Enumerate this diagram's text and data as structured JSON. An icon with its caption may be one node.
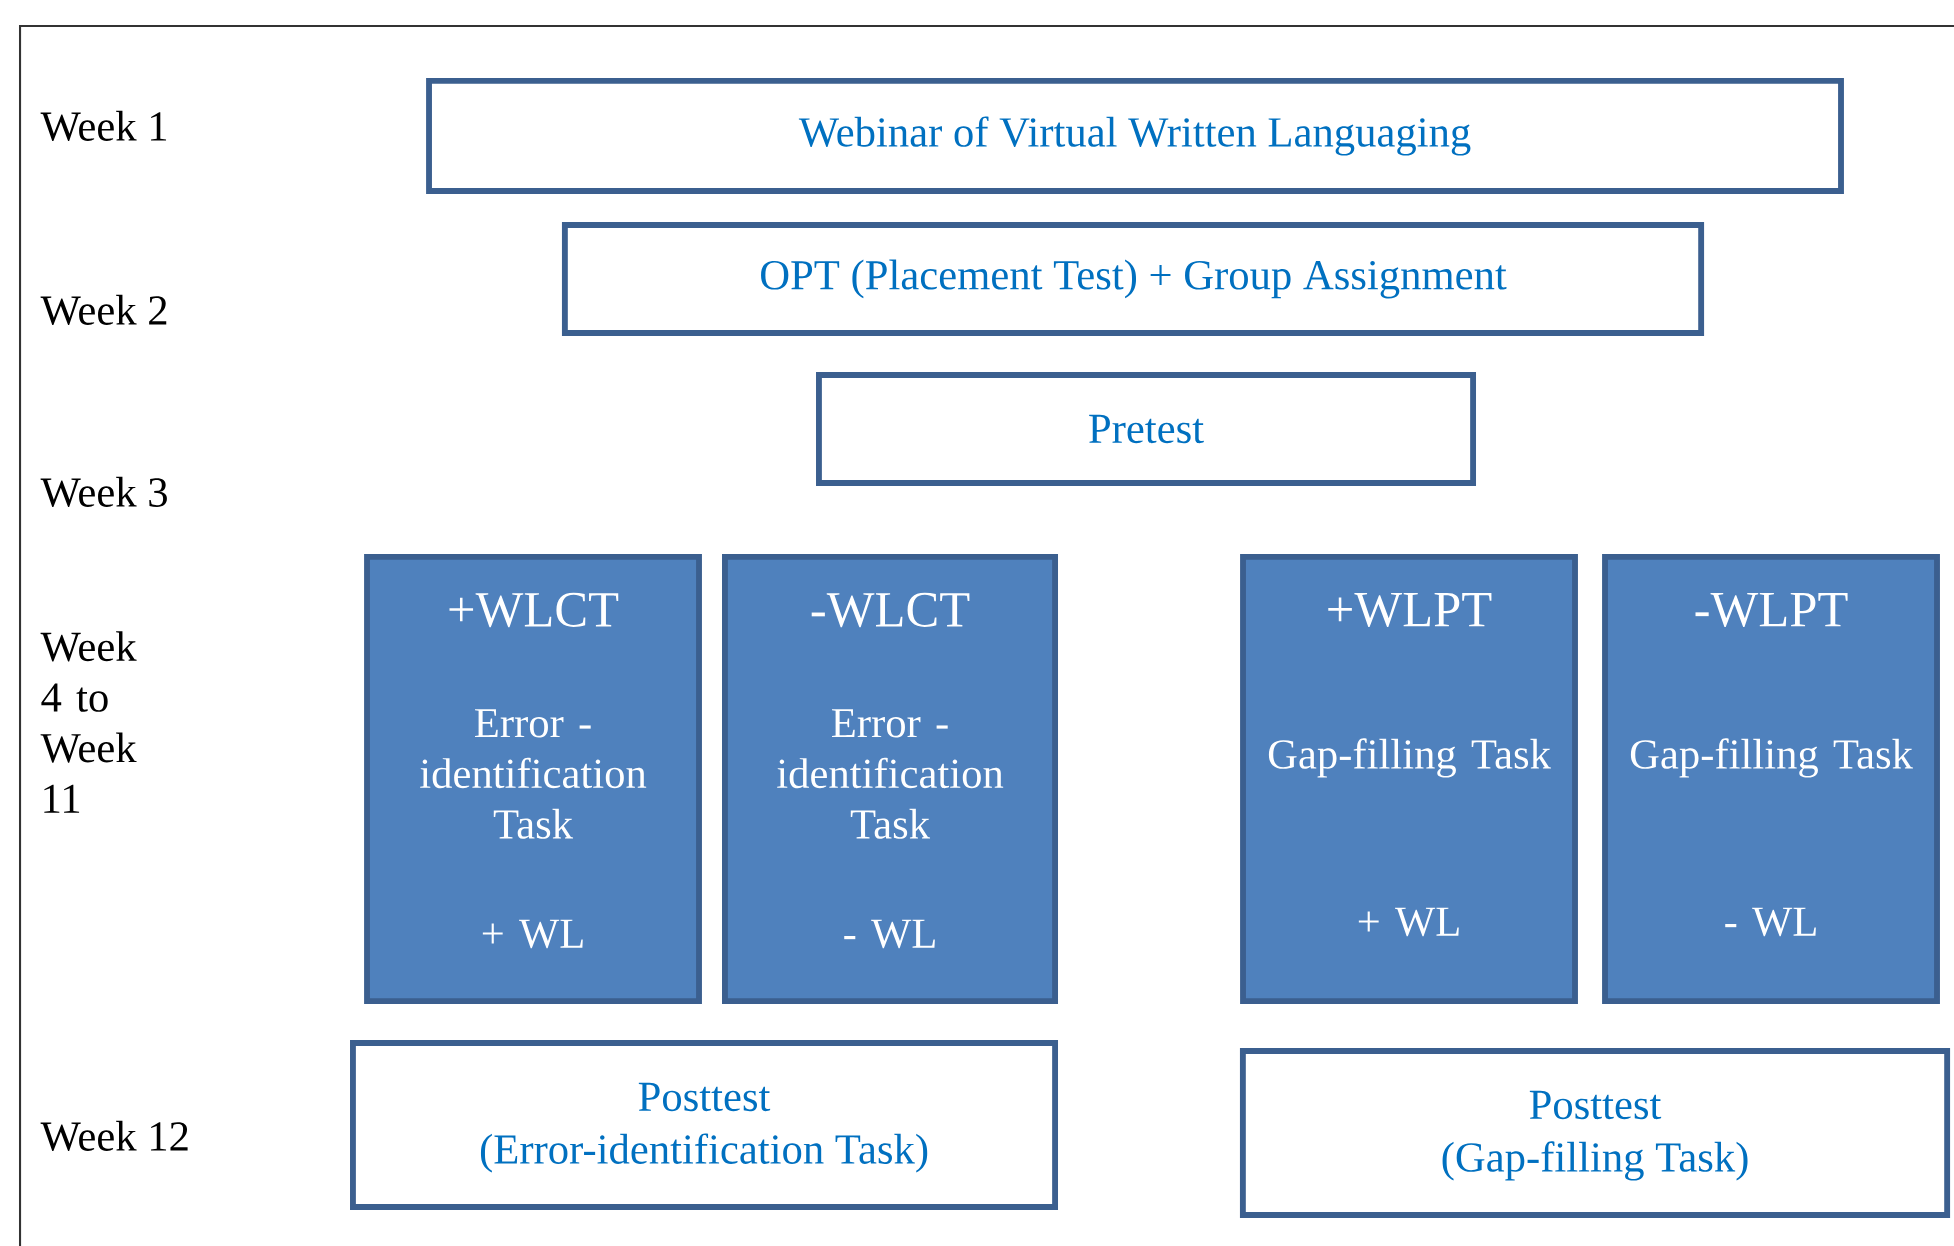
{
  "diagram": {
    "nodes": [
      {
        "text": [
          "Webinar of Virtual Written Languaging"
        ]
      },
      {
        "text": [
          "OPT (Placement Test) + Group Assignment"
        ]
      },
      {
        "text": [
          "Pretest"
        ]
      },
      {
        "text": [
          "+WLCT",
          "Error - identification Task",
          "+ WL"
        ]
      },
      {
        "text": [
          "-WLCT",
          "Error - identification Task",
          "- WL"
        ]
      },
      {
        "text": [
          "+WLPT",
          "Gap-filling Task",
          "+ WL"
        ]
      },
      {
        "text": [
          "-WLPT",
          "Gap-filling Task",
          "- WL"
        ]
      },
      {
        "text": [
          "Posttest",
          "(Error-identification Task)"
        ]
      },
      {
        "text": [
          "Posttest",
          "(Gap-filling Task)"
        ]
      }
    ],
    "labels": [
      "Week 1",
      "Week 2",
      "Week 3",
      "Week 4 to Week 11",
      "Week 12"
    ]
  }
}
